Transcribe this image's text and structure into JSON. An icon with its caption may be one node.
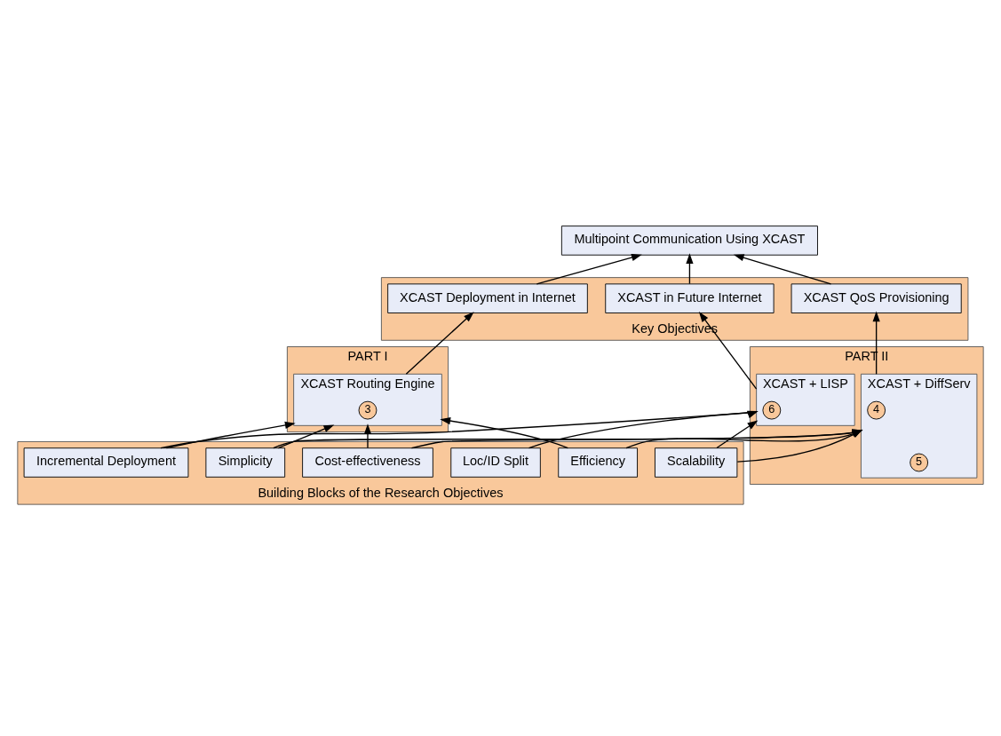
{
  "diagram": {
    "nodes": [
      {
        "text": [
          "Multipoint Communication Using XCAST"
        ]
      },
      {
        "text": [
          "Key Objectives"
        ]
      },
      {
        "text": [
          "XCAST Deployment in Internet"
        ],
        "in": 1
      },
      {
        "text": [
          "XCAST QoS Provisioning"
        ],
        "in": 1
      },
      {
        "text": [
          "XCAST in Future Internet"
        ],
        "in": 1
      },
      {
        "text": [
          "PART I"
        ]
      },
      {
        "text": [
          "XCAST Routing Engine"
        ],
        "in": 5
      },
      {
        "text": [
          "3"
        ],
        "in": 6
      },
      {
        "text": [
          "PART II"
        ]
      },
      {
        "text": [
          "XCAST + DiffServ"
        ],
        "in": 8
      },
      {
        "text": [
          "4"
        ],
        "in": 9
      },
      {
        "text": [
          "5"
        ],
        "in": 9
      },
      {
        "text": [
          "XCAST + LISP"
        ],
        "in": 8
      },
      {
        "text": [
          "6"
        ],
        "in": 12
      },
      {
        "text": [
          "Building Blocks of the Research Objectives"
        ]
      },
      {
        "text": [
          "Simplicity"
        ],
        "in": 14
      },
      {
        "text": [
          "Scalability"
        ],
        "in": 14
      },
      {
        "text": [
          "Loc/ID Split"
        ],
        "in": 14
      },
      {
        "text": [
          "Cost-effectiveness"
        ],
        "in": 14
      },
      {
        "text": [
          "Efficiency"
        ],
        "in": 14
      },
      {
        "text": [
          "Incremental Deployment"
        ],
        "in": 14
      }
    ],
    "edges": [
      {
        "from": 2,
        "to": 0,
        "arrow": "to"
      },
      {
        "from": 3,
        "to": 0,
        "arrow": "to"
      },
      {
        "from": 4,
        "to": 0,
        "arrow": "to"
      },
      {
        "from": 6,
        "to": 2,
        "arrow": "to"
      },
      {
        "from": 9,
        "to": 3,
        "arrow": "to"
      },
      {
        "from": 12,
        "to": 4,
        "arrow": "to"
      },
      {
        "from": 15,
        "to": 6,
        "arrow": "to"
      },
      {
        "from": 15,
        "to": 9,
        "arrow": "to"
      },
      {
        "from": 18,
        "to": 6,
        "arrow": "to"
      },
      {
        "from": 18,
        "to": 9,
        "arrow": "to"
      },
      {
        "from": 19,
        "to": 6,
        "arrow": "to"
      },
      {
        "from": 19,
        "to": 9,
        "arrow": "to"
      },
      {
        "from": 16,
        "to": 9,
        "arrow": "to"
      },
      {
        "from": 16,
        "to": 12,
        "arrow": "to"
      },
      {
        "from": 17,
        "to": 12,
        "arrow": "to"
      },
      {
        "from": 20,
        "to": 6,
        "arrow": "to"
      },
      {
        "from": 20,
        "to": 12,
        "arrow": "to"
      }
    ]
  }
}
